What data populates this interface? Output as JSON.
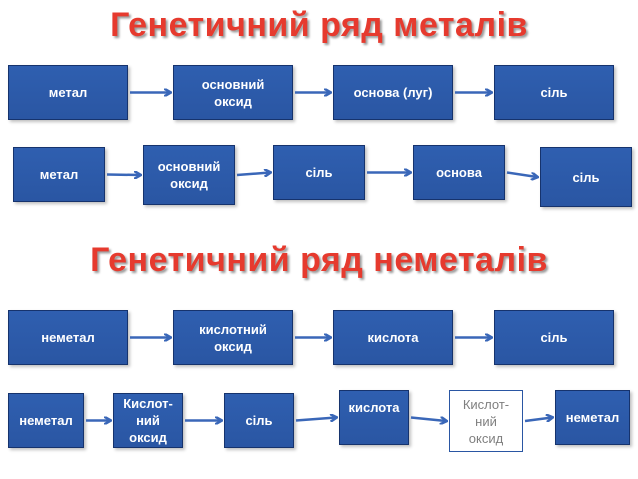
{
  "titles": {
    "metals": "Генетичний ряд металів",
    "nonmetals": "Генетичний ряд неметалів"
  },
  "rows": [
    [
      "метал",
      "основний\nоксид",
      "основа (луг)",
      "сіль"
    ],
    [
      "метал",
      "основний\nоксид",
      "сіль",
      "основа",
      "сіль"
    ],
    [
      "неметал",
      "кислотний\nоксид",
      "кислота",
      "сіль"
    ],
    [
      "неметал",
      "Кислот-\nний\nоксид",
      "сіль",
      "кислота",
      "Кислот-\nний\nоксид",
      "неметал"
    ]
  ],
  "colors": {
    "title": "#e63a2e",
    "box": "#2a56a3",
    "arrow": "#3a67b8"
  }
}
